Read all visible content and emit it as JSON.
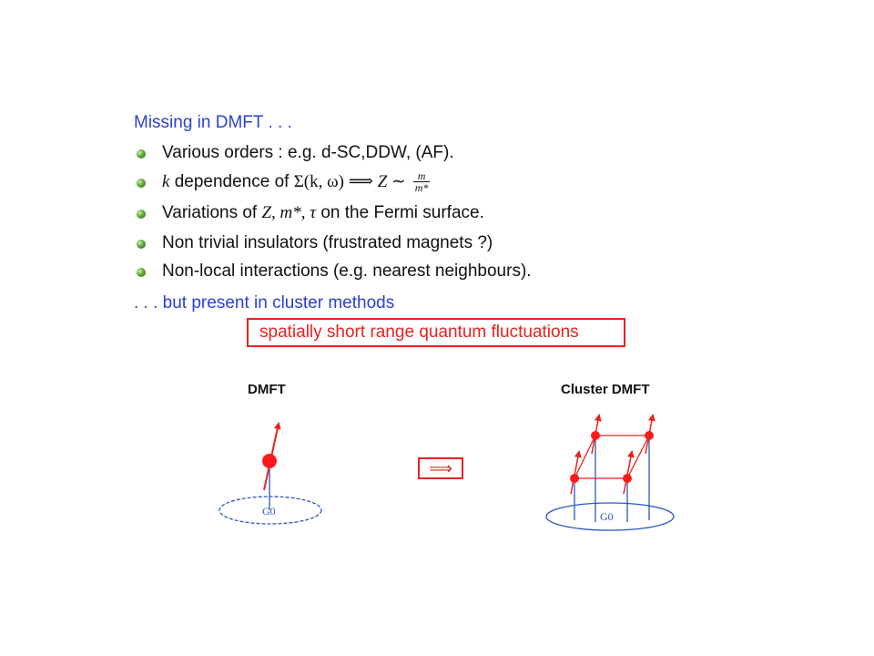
{
  "missing_heading": "Missing in DMFT . . .",
  "bullets": {
    "b1": "Various orders : e.g. d-SC,DDW, (AF).",
    "b2": {
      "k": "k",
      "text1": " dependence of ",
      "sigma": "Σ(k, ω)",
      "arrow": " ⟹ ",
      "Z": "Z",
      "sim": " ∼ ",
      "frac_num": "m",
      "frac_den": "m*"
    },
    "b3": {
      "text1": "Variations of ",
      "math": "Z, m*, τ",
      "text2": " on the Fermi surface."
    },
    "b4": "Non trivial insulators (frustrated magnets ?)",
    "b5": "Non-local interactions (e.g. nearest neighbours)."
  },
  "present_text": ". . . but present in cluster methods",
  "boxed_text": "spatially short range quantum fluctuations",
  "dmft_title": "DMFT",
  "cluster_title": "Cluster DMFT",
  "implies_symbol": "⟹",
  "bath_label_left": "G0",
  "bath_label_right": "G0",
  "colors": {
    "heading_blue": "#2b3fd6",
    "red": "#e8231e",
    "bath_blue": "#2a57c4"
  }
}
